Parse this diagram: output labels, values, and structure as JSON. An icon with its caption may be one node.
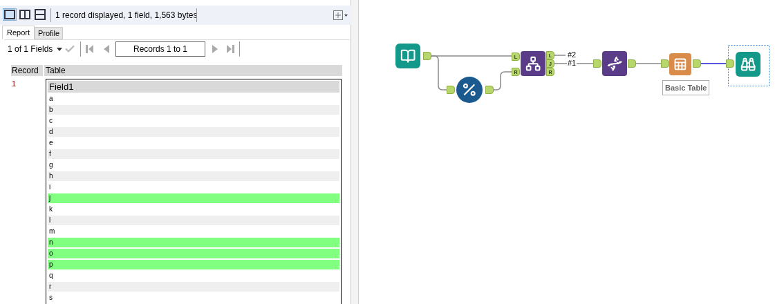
{
  "diagram": {
    "nodes": [
      {
        "text": [],
        "shape": "picture"
      },
      {
        "text": [],
        "shape": "picture"
      },
      {
        "text": [],
        "shape": "picture"
      },
      {
        "text": [],
        "shape": "picture"
      },
      {
        "text": [],
        "shape": "picture",
        "beside": [
          "Basic Table"
        ]
      },
      {
        "text": [],
        "shape": "picture"
      }
    ],
    "edges": [
      {
        "from": 0,
        "to": 2,
        "arrow": "none"
      },
      {
        "from": 0,
        "to": 1,
        "arrow": "none"
      },
      {
        "from": 1,
        "to": 2,
        "arrow": "none"
      },
      {
        "from": 2,
        "to": 3,
        "arrow": "none",
        "label": "#1"
      },
      {
        "from": 2,
        "to": null,
        "arrow": "none",
        "label": "#2"
      },
      {
        "from": 3,
        "to": 4,
        "arrow": "none"
      },
      {
        "from": 4,
        "to": 5,
        "arrow": "none",
        "color": "#1e1ed2"
      }
    ],
    "labels": [
      "1 record displayed, 1 field, 1,563 bytes",
      "Report",
      "Profile",
      "1 of 1 Fields",
      "Records 1 to 1",
      "Record",
      "Table",
      "1",
      "Field1",
      "a",
      "b",
      "c",
      "d",
      "e",
      "f",
      "g",
      "h",
      "i",
      "j",
      "k",
      "l",
      "m",
      "n",
      "o",
      "p",
      "q",
      "r",
      "s",
      "L",
      "R",
      "L",
      "J",
      "R"
    ]
  }
}
